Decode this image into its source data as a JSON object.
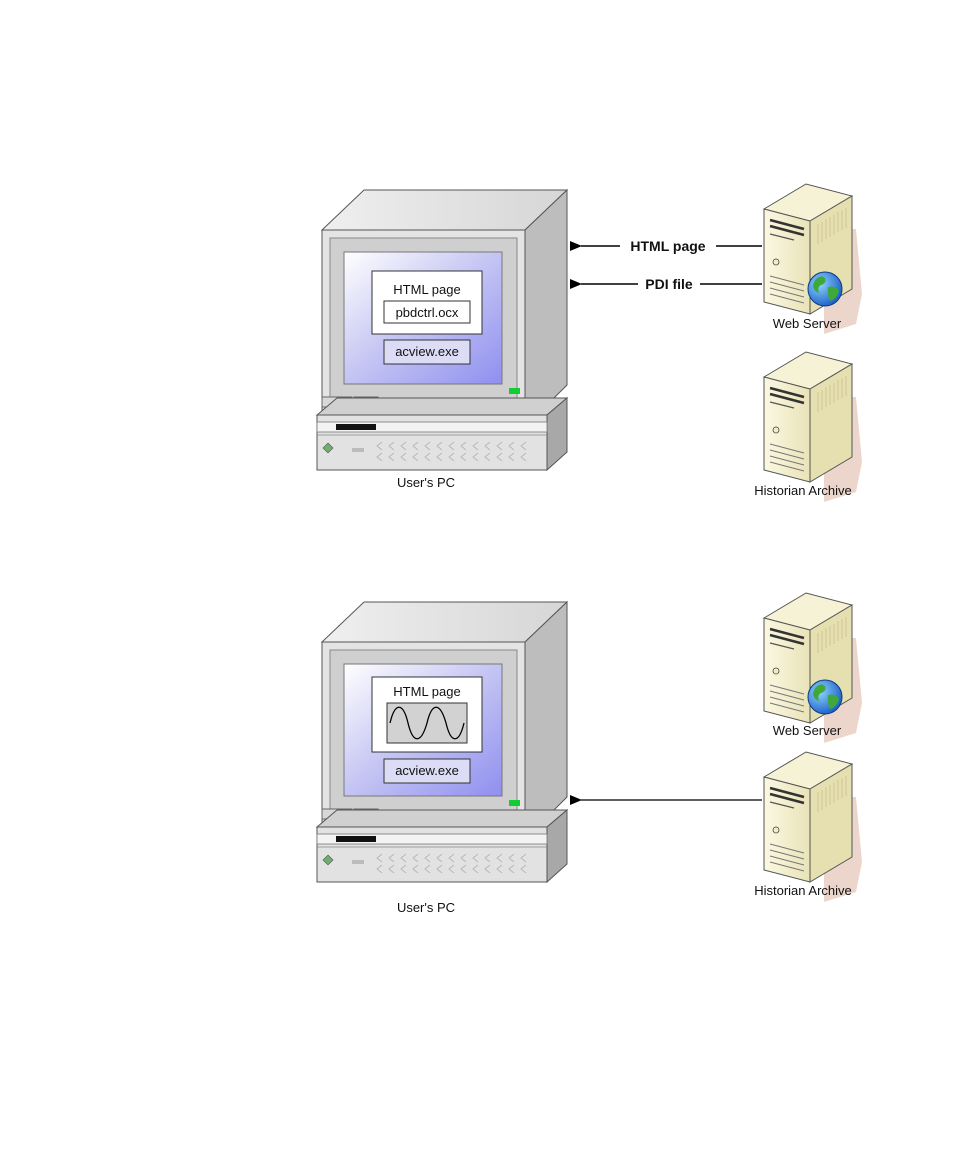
{
  "scene1": {
    "pc_label": "User's PC",
    "screen_title": "HTML page",
    "control_label": "pbdctrl.ocx",
    "app_label": "acview.exe",
    "arrows": [
      {
        "label": "HTML page",
        "from": "web-server",
        "to": "users-pc"
      },
      {
        "label": "PDI file",
        "from": "web-server",
        "to": "users-pc"
      }
    ],
    "servers": [
      {
        "label": "Web Server",
        "icon": "globe-icon"
      },
      {
        "label": "Historian Archive",
        "icon": "none"
      }
    ]
  },
  "scene2": {
    "pc_label": "User's PC",
    "screen_title": "HTML page",
    "chart_icon": "sine-wave-icon",
    "app_label": "acview.exe",
    "arrows": [
      {
        "label": "",
        "from": "historian-archive",
        "to": "users-pc"
      }
    ],
    "servers": [
      {
        "label": "Web Server",
        "icon": "globe-icon"
      },
      {
        "label": "Historian Archive",
        "icon": "none"
      }
    ]
  },
  "colors": {
    "monitor_face": "#e4e4e4",
    "monitor_side": "#bdbdbd",
    "screen_blue": "#9a9af2",
    "box_fill": "#dcdcf7",
    "server_body": "#f1edca",
    "server_shadow": "#ecd6cc",
    "power_led": "#11cc33"
  }
}
